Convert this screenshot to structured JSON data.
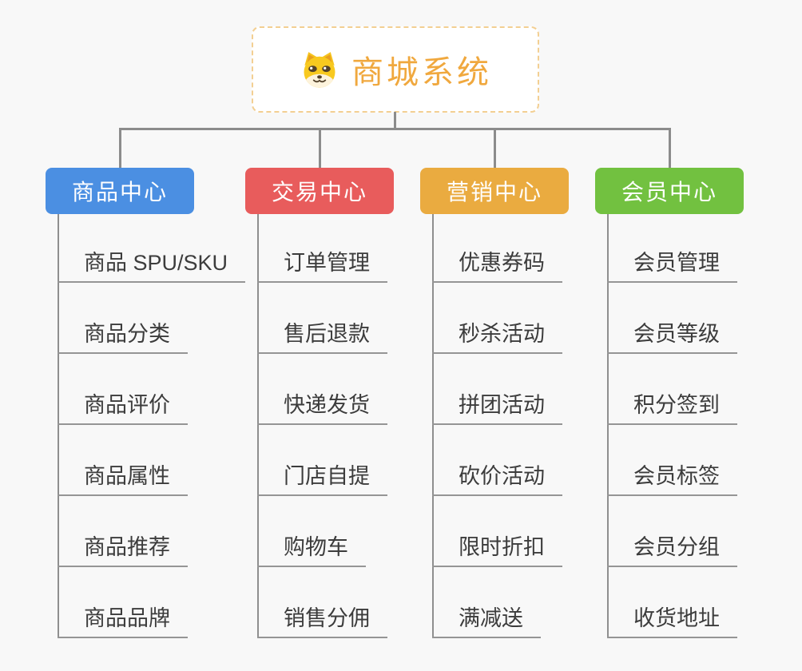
{
  "canvas": {
    "background": "#f8f8f8",
    "connector_color": "#8c8c8c"
  },
  "root": {
    "title": "商城系统",
    "icon": "dog-face-icon",
    "title_color": "#f0a83e",
    "border_color": "#f3cf92"
  },
  "branches": [
    {
      "id": "product-center",
      "label": "商品中心",
      "color": "#4b8fe2",
      "items": [
        "商品 SPU/SKU",
        "商品分类",
        "商品评价",
        "商品属性",
        "商品推荐",
        "商品品牌"
      ]
    },
    {
      "id": "trade-center",
      "label": "交易中心",
      "color": "#e85c5c",
      "items": [
        "订单管理",
        "售后退款",
        "快递发货",
        "门店自提",
        "购物车",
        "销售分佣"
      ]
    },
    {
      "id": "marketing-center",
      "label": "营销中心",
      "color": "#eaab40",
      "items": [
        "优惠券码",
        "秒杀活动",
        "拼团活动",
        "砍价活动",
        "限时折扣",
        "满减送"
      ]
    },
    {
      "id": "member-center",
      "label": "会员中心",
      "color": "#72c140",
      "items": [
        "会员管理",
        "会员等级",
        "积分签到",
        "会员标签",
        "会员分组",
        "收货地址"
      ]
    }
  ]
}
